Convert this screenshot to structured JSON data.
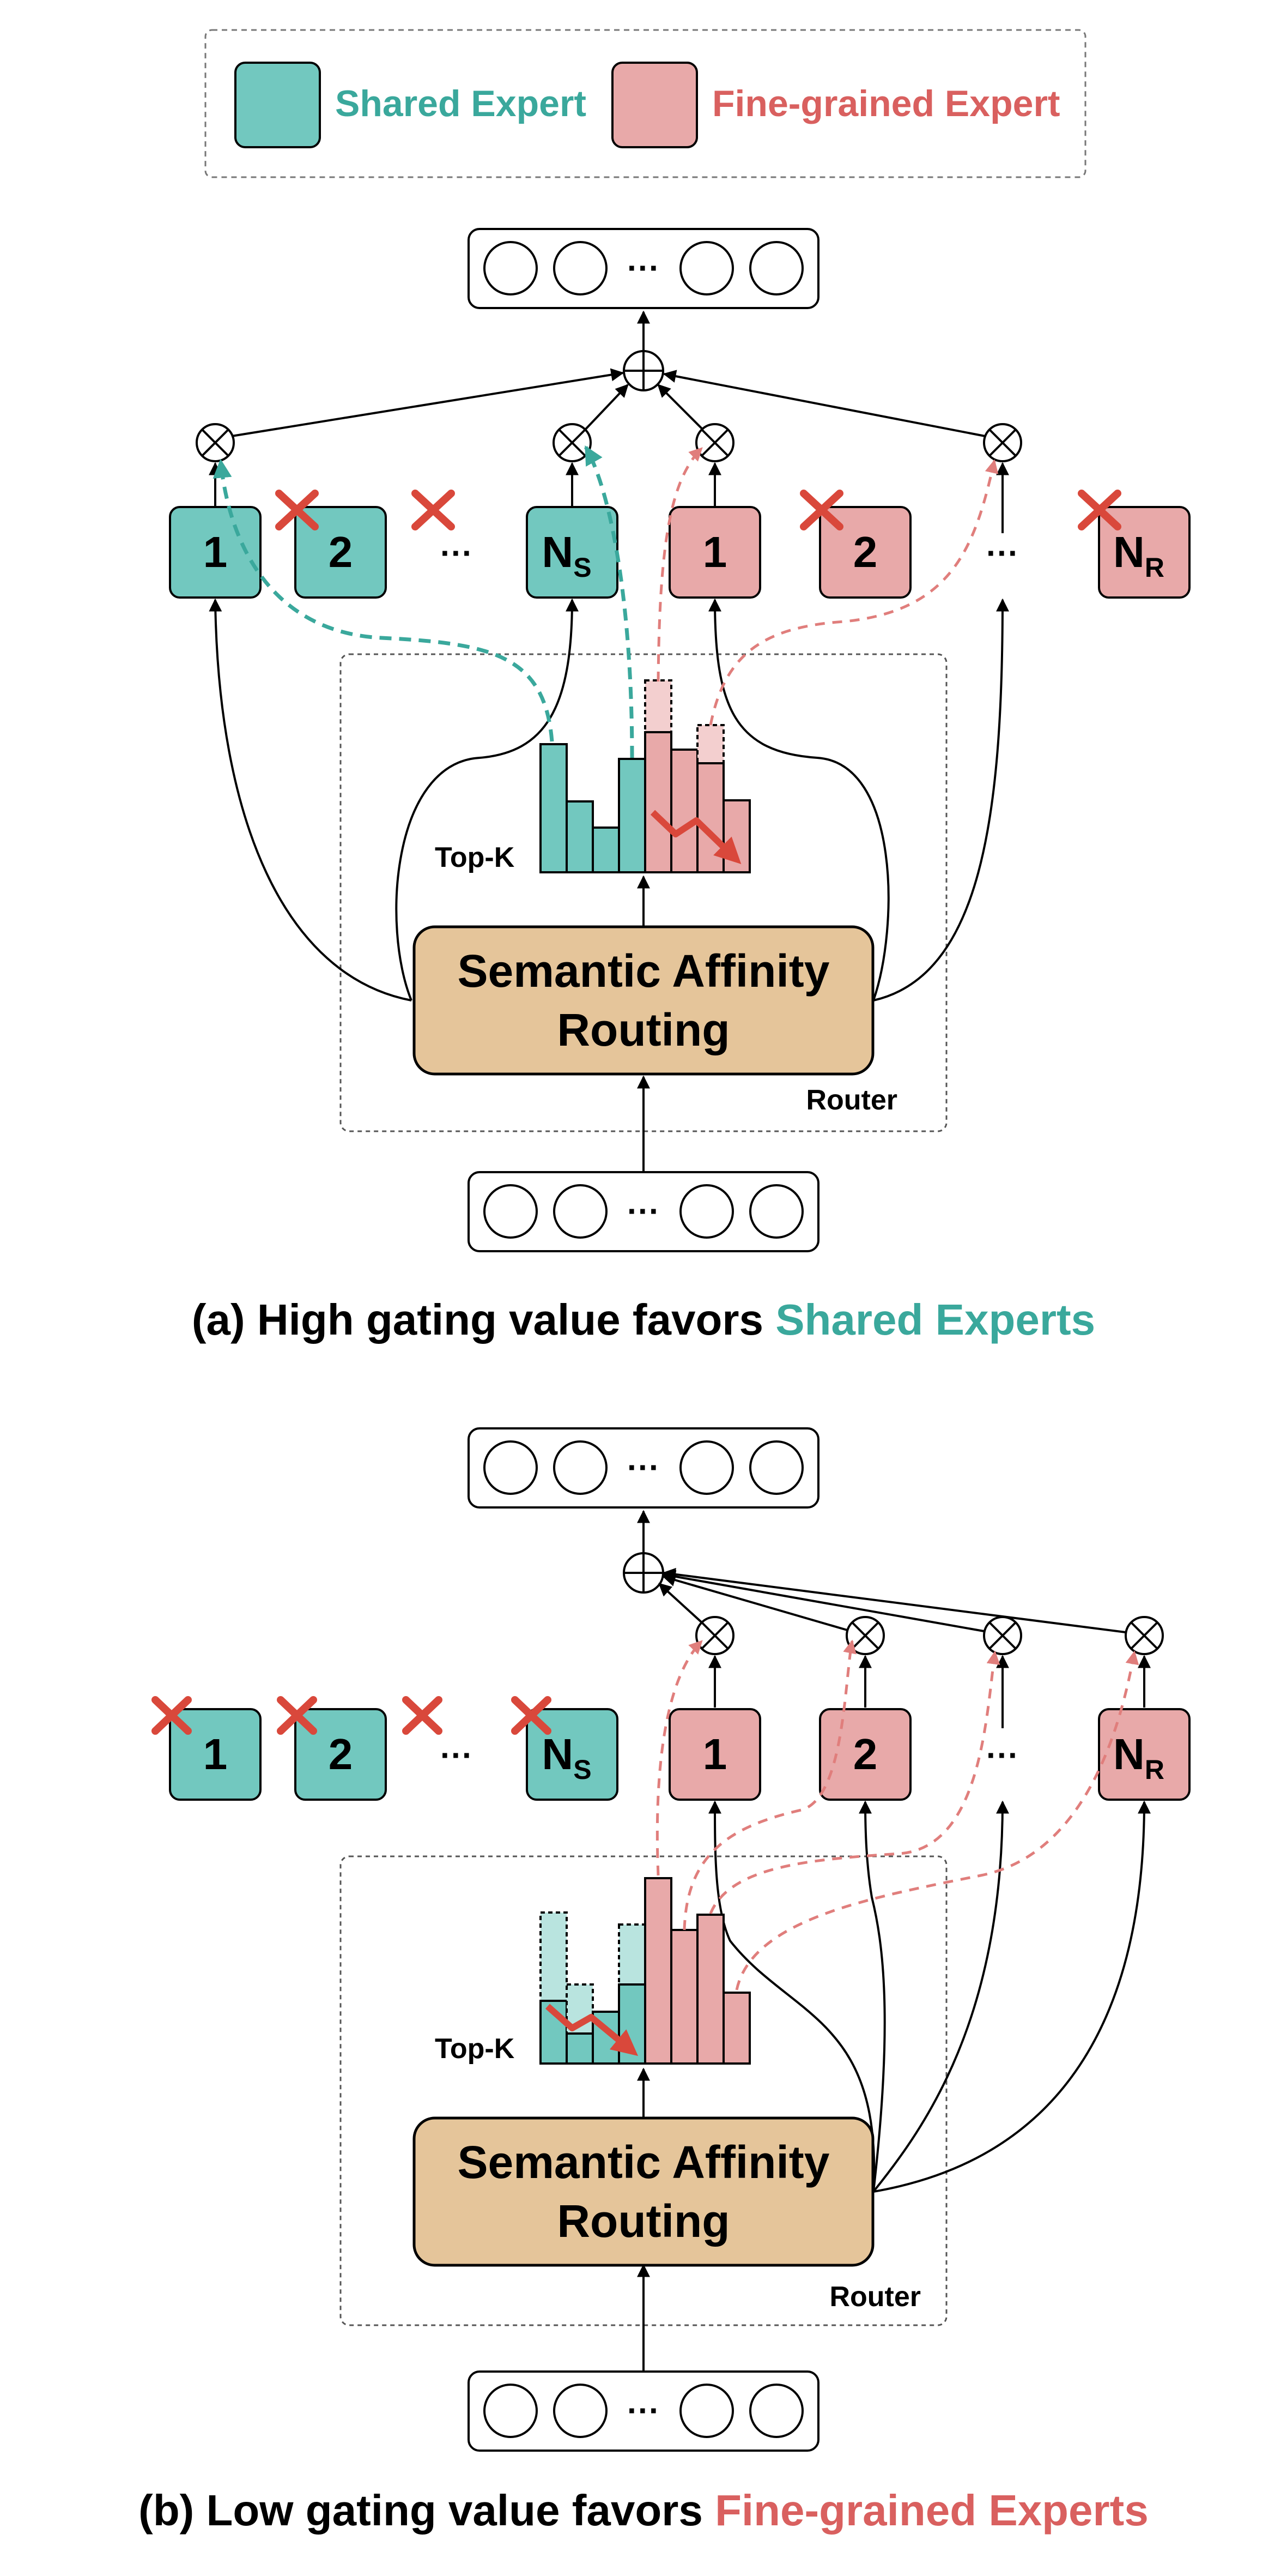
{
  "legend": {
    "shared_label": "Shared Expert",
    "fine_label": "Fine-grained Expert"
  },
  "colors": {
    "shared": "#72C8BF",
    "shared_text": "#3AA89C",
    "fine": "#E8A9A9",
    "fine_text": "#D9605F",
    "router": "#E5C59A",
    "cross": "#D9483B"
  },
  "dots": "···",
  "panel_a": {
    "experts": {
      "shared": [
        "1",
        "2",
        "",
        "N"
      ],
      "fine": [
        "1",
        "2",
        "",
        "N"
      ],
      "shared_last_sub": "S",
      "fine_last_sub": "R",
      "ellipsis": "···"
    },
    "topk": "Top-K",
    "router_title_1": "Semantic Affinity",
    "router_title_2": "Routing",
    "router_label": "Router",
    "caption_black": "(a) High gating value favors ",
    "caption_color": "Shared Experts"
  },
  "panel_b": {
    "experts": {
      "shared": [
        "1",
        "2",
        "",
        "N"
      ],
      "fine": [
        "1",
        "2",
        "",
        "N"
      ],
      "shared_last_sub": "S",
      "fine_last_sub": "R",
      "ellipsis": "···"
    },
    "topk": "Top-K",
    "router_title_1": "Semantic Affinity",
    "router_title_2": "Routing",
    "router_label": "Router",
    "caption_black": "(b) Low gating value favors ",
    "caption_color": "Fine-grained Experts"
  }
}
